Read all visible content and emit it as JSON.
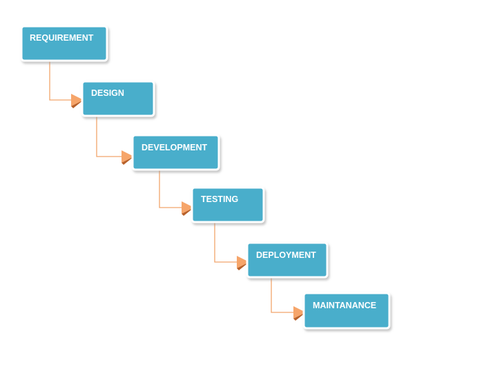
{
  "diagram": {
    "stages": [
      {
        "label": "REQUIREMENT"
      },
      {
        "label": "DESIGN"
      },
      {
        "label": "DEVELOPMENT"
      },
      {
        "label": "TESTING"
      },
      {
        "label": "DEPLOYMENT"
      },
      {
        "label": "MAINTANANCE"
      }
    ],
    "colors": {
      "box_fill": "#4aaecb",
      "box_border": "#ffffff",
      "box_shadow": "#c9c9c9",
      "text": "#ffffff",
      "connector": "#f2a46a",
      "arrow_fill": "#f6a56a",
      "arrow_dark": "#b8612a"
    }
  }
}
